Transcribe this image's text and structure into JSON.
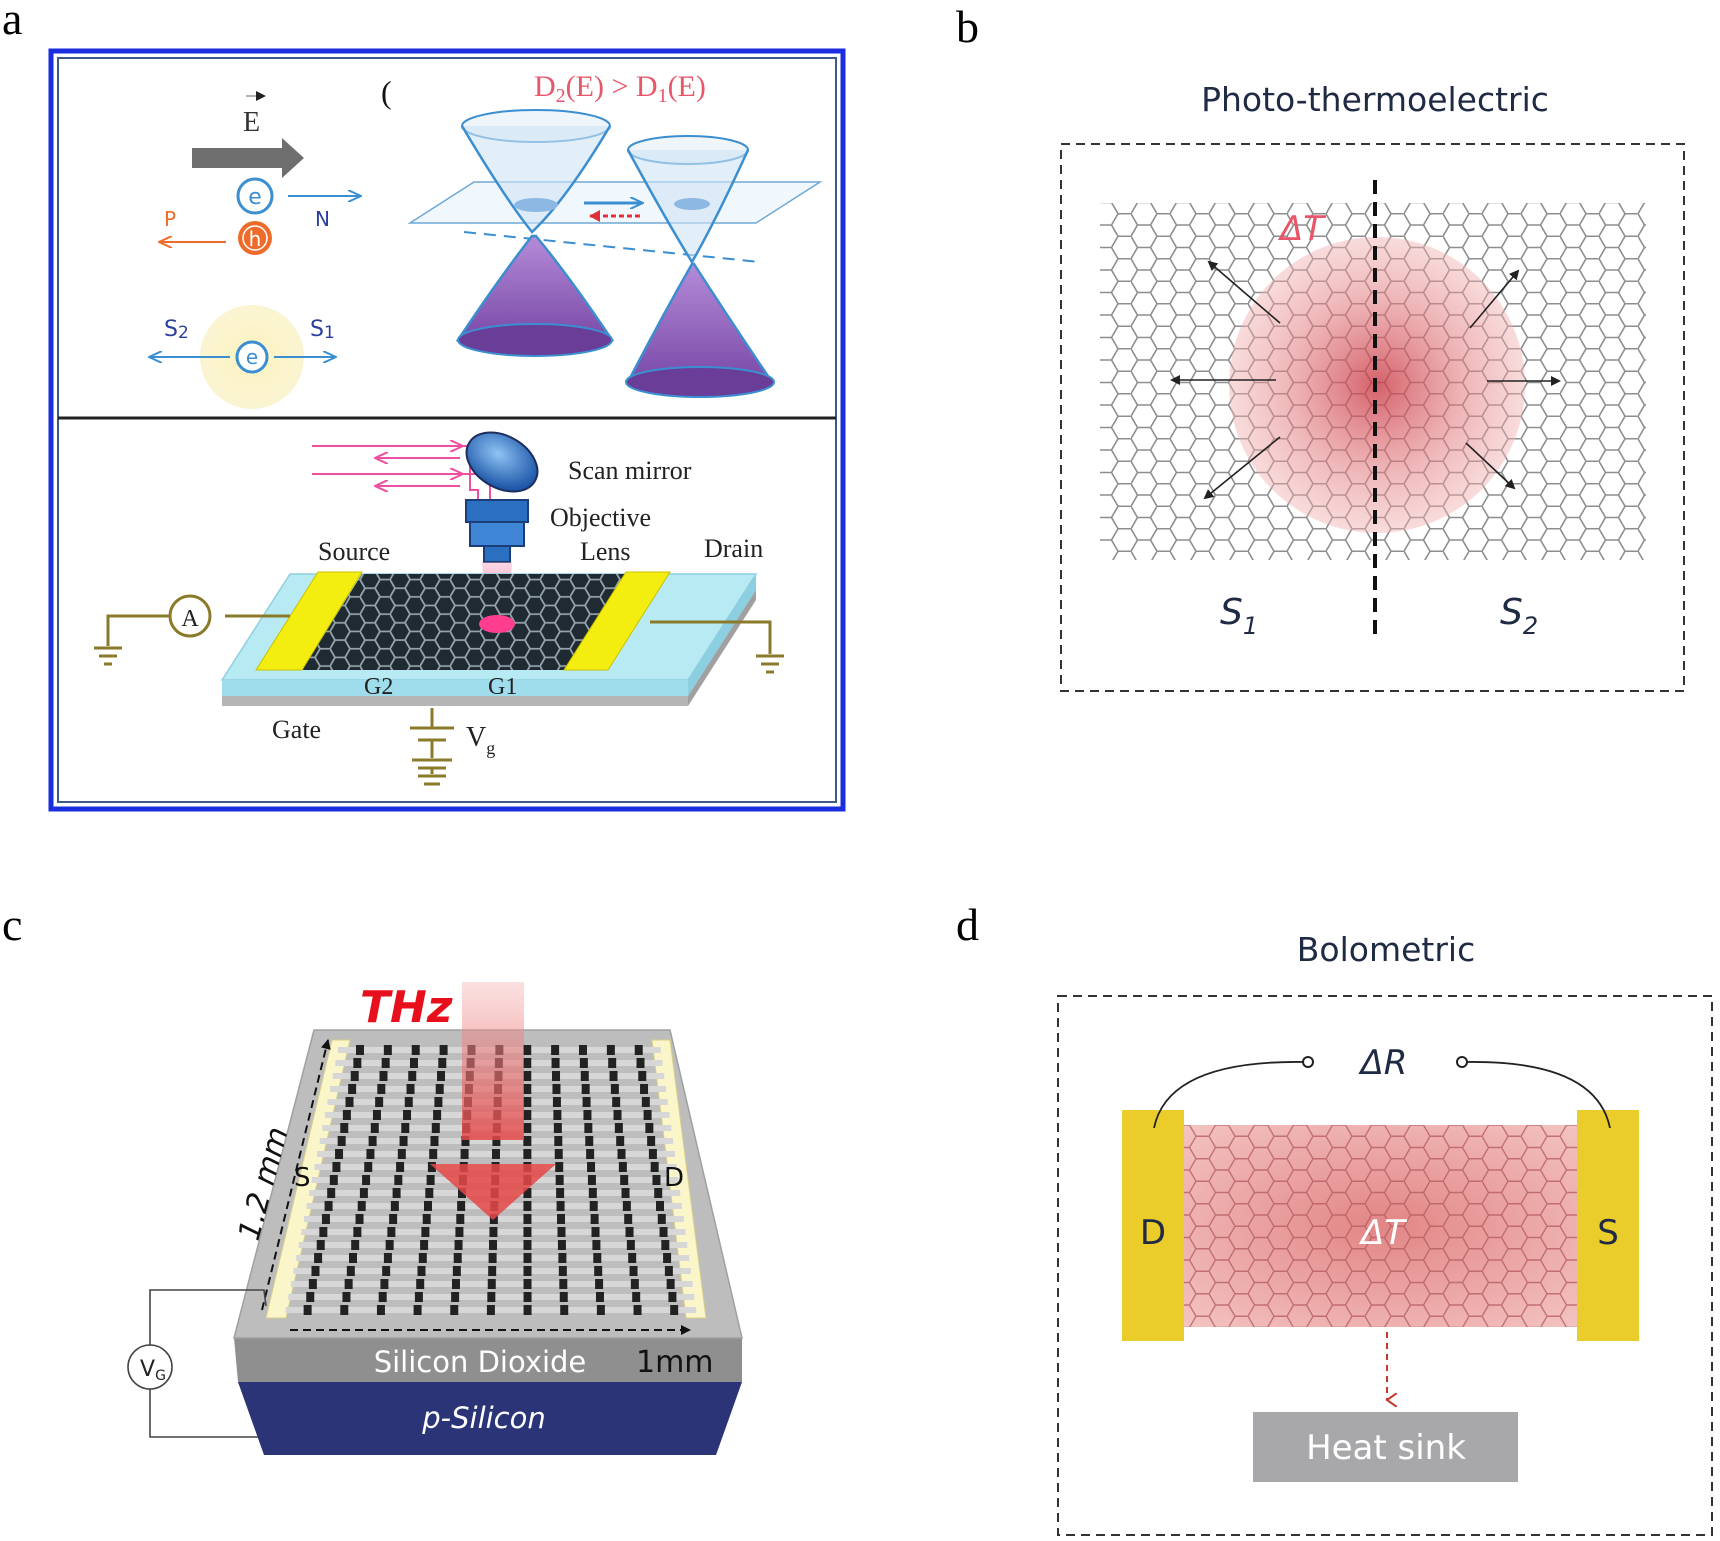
{
  "panels": {
    "a": {
      "letter": "a",
      "top": {
        "field_vector": "E",
        "electron_symbol": "e",
        "hole_symbol": "h",
        "label_n": "N",
        "label_p": "P",
        "label_s1": "S",
        "label_s1_sub": "1",
        "label_s2": "S",
        "label_s2_sub": "2",
        "paren_mark": "(",
        "dos": {
          "d2": "D",
          "d2_sub": "2",
          "d2_arg": "(E) > D",
          "d1_sub": "1",
          "d1_arg": "(E)"
        }
      },
      "bottom": {
        "scan_mirror": "Scan mirror",
        "objective": "Objective",
        "lens": "Lens",
        "source": "Source",
        "drain": "Drain",
        "ammeter": "A",
        "g2": "G2",
        "g1": "G1",
        "gate": "Gate",
        "vg": "V",
        "vg_sub": "g"
      }
    },
    "b": {
      "letter": "b",
      "title": "Photo-thermoelectric",
      "delta_t": "ΔT",
      "s1": "S",
      "s1_sub": "1",
      "s2": "S",
      "s2_sub": "2"
    },
    "c": {
      "letter": "c",
      "thz": "THz",
      "length": "1.2 mm",
      "s": "S",
      "d": "D",
      "oxide": "Silicon Dioxide",
      "width": "1mm",
      "substrate": "p-Silicon",
      "voltmeter": "V",
      "voltmeter_sub": "G"
    },
    "d": {
      "letter": "d",
      "title": "Bolometric",
      "delta_r": "ΔR",
      "delta_t": "ΔT",
      "d": "D",
      "s": "S",
      "heat_sink": "Heat sink"
    }
  },
  "colors": {
    "frame_blue": "#1a2ee0",
    "electrode_yellow": "#f4ee10",
    "contact_yellow": "#eacd2a",
    "substrate_navy": "#2a3476",
    "heat_red": "#d96a6a",
    "label_pink": "#e8566a",
    "text_dark": "#1f2a44"
  }
}
